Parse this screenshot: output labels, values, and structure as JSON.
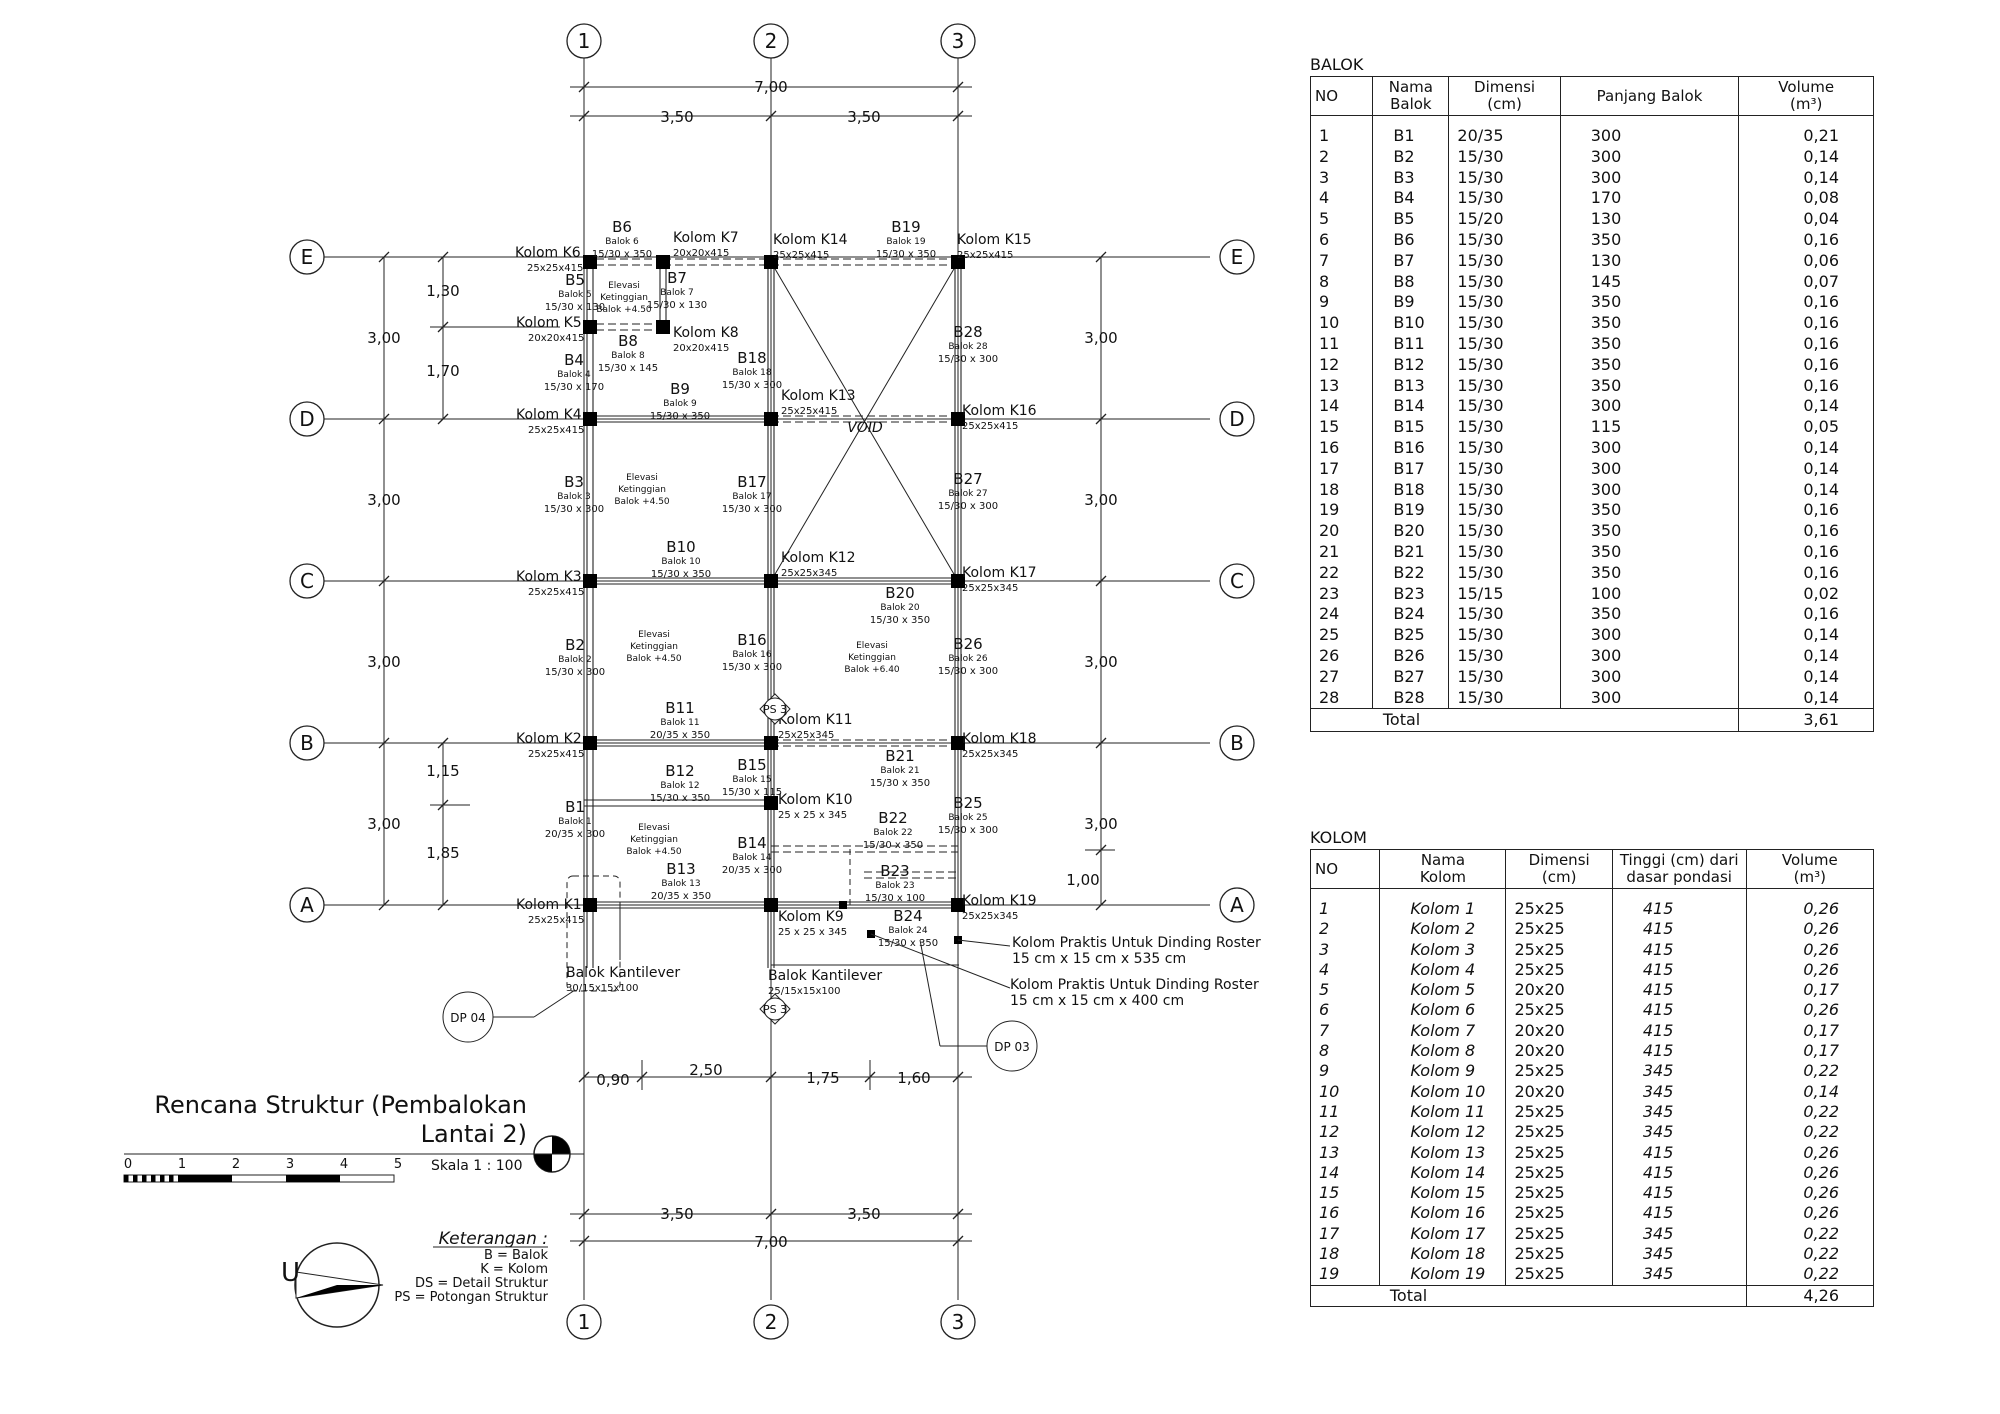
{
  "drawing": {
    "title_line1": "Rencana Struktur (Pembalokan",
    "title_line2": "Lantai 2)",
    "scale_text": "Skala 1 : 100",
    "scale_ticks": [
      "0",
      "1",
      "2",
      "3",
      "4",
      "5"
    ],
    "north_letter": "U",
    "legend_title": "Keterangan :",
    "legend": [
      "B = Balok",
      "K = Kolom",
      "DS = Detail Struktur",
      "PS = Potongan Struktur"
    ],
    "void": "VOID",
    "grid_x": [
      "1",
      "2",
      "3"
    ],
    "grid_y": [
      "E",
      "D",
      "C",
      "B",
      "A"
    ],
    "dims_top": {
      "total": "7,00",
      "left": "3,50",
      "right": "3,50"
    },
    "dims_bottom": {
      "total": "7,00",
      "left": "3,50",
      "right": "3,50"
    },
    "dims_bottom_detail": [
      "0,90",
      "2,50",
      "1,75",
      "1,60"
    ],
    "dims_left_outer": [
      "3,00",
      "3,00",
      "3,00",
      "3,00"
    ],
    "dims_left_inner": [
      "1,30",
      "1,70",
      "1,15",
      "1,85"
    ],
    "dims_right": [
      "3,00",
      "3,00",
      "3,00",
      "3,00",
      "1,00"
    ],
    "columns": [
      {
        "name": "Kolom K6",
        "size": "25x25x415"
      },
      {
        "name": "Kolom K7",
        "size": "20x20x415"
      },
      {
        "name": "Kolom K14",
        "size": "25x25x415"
      },
      {
        "name": "Kolom K15",
        "size": "25x25x415"
      },
      {
        "name": "Kolom K5",
        "size": "20x20x415"
      },
      {
        "name": "Kolom K8",
        "size": "20x20x415"
      },
      {
        "name": "Kolom K4",
        "size": "25x25x415"
      },
      {
        "name": "Kolom K13",
        "size": "25x25x415"
      },
      {
        "name": "Kolom K16",
        "size": "25x25x415"
      },
      {
        "name": "Kolom K3",
        "size": "25x25x415"
      },
      {
        "name": "Kolom K12",
        "size": "25x25x345"
      },
      {
        "name": "Kolom K17",
        "size": "25x25x345"
      },
      {
        "name": "Kolom K2",
        "size": "25x25x415"
      },
      {
        "name": "Kolom K11",
        "size": "25x25x345"
      },
      {
        "name": "Kolom K18",
        "size": "25x25x345"
      },
      {
        "name": "Kolom K10",
        "size": "25 x 25 x 345"
      },
      {
        "name": "Kolom K1",
        "size": "25x25x415"
      },
      {
        "name": "Kolom K9",
        "size": "25 x 25 x 345"
      },
      {
        "name": "Kolom K19",
        "size": "25x25x345"
      }
    ],
    "beams": [
      {
        "tag": "B6",
        "sub": "Balok 6",
        "size": "15/30 x 350"
      },
      {
        "tag": "B19",
        "sub": "Balok 19",
        "size": "15/30 x 350"
      },
      {
        "tag": "B5",
        "sub": "Balok 5",
        "size": "15/30 x 130"
      },
      {
        "tag": "B7",
        "sub": "Balok 7",
        "size": "15/30 x 130"
      },
      {
        "tag": "B8",
        "sub": "Balok 8",
        "size": "15/30 x 145"
      },
      {
        "tag": "B4",
        "sub": "Balok 4",
        "size": "15/30 x 170"
      },
      {
        "tag": "B18",
        "sub": "Balok 18",
        "size": "15/30 x 300"
      },
      {
        "tag": "B28",
        "sub": "Balok 28",
        "size": "15/30 x 300"
      },
      {
        "tag": "B9",
        "sub": "Balok 9",
        "size": "15/30 x 350"
      },
      {
        "tag": "B3",
        "sub": "Balok 3",
        "size": "15/30 x 300"
      },
      {
        "tag": "B17",
        "sub": "Balok 17",
        "size": "15/30 x 300"
      },
      {
        "tag": "B27",
        "sub": "Balok 27",
        "size": "15/30 x 300"
      },
      {
        "tag": "B10",
        "sub": "Balok 10",
        "size": "15/30 x 350"
      },
      {
        "tag": "B20",
        "sub": "Balok 20",
        "size": "15/30 x 350"
      },
      {
        "tag": "B2",
        "sub": "Balok 2",
        "size": "15/30 x 300"
      },
      {
        "tag": "B16",
        "sub": "Balok 16",
        "size": "15/30 x 300"
      },
      {
        "tag": "B26",
        "sub": "Balok 26",
        "size": "15/30 x 300"
      },
      {
        "tag": "B11",
        "sub": "Balok 11",
        "size": "20/35 x 350"
      },
      {
        "tag": "B21",
        "sub": "Balok 21",
        "size": "15/30 x 350"
      },
      {
        "tag": "B12",
        "sub": "Balok 12",
        "size": "15/30 x 350"
      },
      {
        "tag": "B15",
        "sub": "Balok 15",
        "size": "15/30 x 115"
      },
      {
        "tag": "B1",
        "sub": "Balok 1",
        "size": "20/35 x 300"
      },
      {
        "tag": "B22",
        "sub": "Balok 22",
        "size": "15/30 x 350"
      },
      {
        "tag": "B25",
        "sub": "Balok 25",
        "size": "15/30 x 300"
      },
      {
        "tag": "B14",
        "sub": "Balok 14",
        "size": "20/35 x 300"
      },
      {
        "tag": "B13",
        "sub": "Balok 13",
        "size": "20/35 x 350"
      },
      {
        "tag": "B23",
        "sub": "Balok 23",
        "size": "15/30 x 100"
      },
      {
        "tag": "B24",
        "sub": "Balok 24",
        "size": "15/30 x 350"
      }
    ],
    "elevation_label": [
      "Elevasi",
      "Ketinggian"
    ],
    "elevations": [
      "Balok +4.50",
      "Balok +4.50",
      "Balok +4.50",
      "Balok +6.40",
      "Balok +4.50"
    ],
    "cantilevers": [
      {
        "label": "Balok Kantilever",
        "size": "30/15x15x100"
      },
      {
        "label": "Balok Kantilever",
        "size": "25/15x15x100"
      }
    ],
    "praktis": [
      {
        "line1": "Kolom Praktis Untuk Dinding Roster",
        "line2": "15 cm x 15 cm x 535 cm"
      },
      {
        "line1": "Kolom Praktis Untuk Dinding Roster",
        "line2": "15 cm x 15 cm x 400 cm"
      }
    ],
    "callouts": [
      "PS 3",
      "PS 3",
      "DP 04",
      "DP 03"
    ]
  },
  "balok_table": {
    "title": "BALOK",
    "headers": [
      "NO",
      "Nama\nBalok",
      "Dimensi\n(cm)",
      "Panjang Balok",
      "Volume\n(m³)"
    ],
    "rows": [
      [
        "1",
        "B1",
        "20/35",
        "300",
        "0,21"
      ],
      [
        "2",
        "B2",
        "15/30",
        "300",
        "0,14"
      ],
      [
        "3",
        "B3",
        "15/30",
        "300",
        "0,14"
      ],
      [
        "4",
        "B4",
        "15/30",
        "170",
        "0,08"
      ],
      [
        "5",
        "B5",
        "15/20",
        "130",
        "0,04"
      ],
      [
        "6",
        "B6",
        "15/30",
        "350",
        "0,16"
      ],
      [
        "7",
        "B7",
        "15/30",
        "130",
        "0,06"
      ],
      [
        "8",
        "B8",
        "15/30",
        "145",
        "0,07"
      ],
      [
        "9",
        "B9",
        "15/30",
        "350",
        "0,16"
      ],
      [
        "10",
        "B10",
        "15/30",
        "350",
        "0,16"
      ],
      [
        "11",
        "B11",
        "15/30",
        "350",
        "0,16"
      ],
      [
        "12",
        "B12",
        "15/30",
        "350",
        "0,16"
      ],
      [
        "13",
        "B13",
        "15/30",
        "350",
        "0,16"
      ],
      [
        "14",
        "B14",
        "15/30",
        "300",
        "0,14"
      ],
      [
        "15",
        "B15",
        "15/30",
        "115",
        "0,05"
      ],
      [
        "16",
        "B16",
        "15/30",
        "300",
        "0,14"
      ],
      [
        "17",
        "B17",
        "15/30",
        "300",
        "0,14"
      ],
      [
        "18",
        "B18",
        "15/30",
        "300",
        "0,14"
      ],
      [
        "19",
        "B19",
        "15/30",
        "350",
        "0,16"
      ],
      [
        "20",
        "B20",
        "15/30",
        "350",
        "0,16"
      ],
      [
        "21",
        "B21",
        "15/30",
        "350",
        "0,16"
      ],
      [
        "22",
        "B22",
        "15/30",
        "350",
        "0,16"
      ],
      [
        "23",
        "B23",
        "15/15",
        "100",
        "0,02"
      ],
      [
        "24",
        "B24",
        "15/30",
        "350",
        "0,16"
      ],
      [
        "25",
        "B25",
        "15/30",
        "300",
        "0,14"
      ],
      [
        "26",
        "B26",
        "15/30",
        "300",
        "0,14"
      ],
      [
        "27",
        "B27",
        "15/30",
        "300",
        "0,14"
      ],
      [
        "28",
        "B28",
        "15/30",
        "300",
        "0,14"
      ]
    ],
    "total_label": "Total",
    "total_value": "3,61"
  },
  "kolom_table": {
    "title": "KOLOM",
    "headers": [
      "NO",
      "Nama\nKolom",
      "Dimensi\n(cm)",
      "Tinggi (cm) dari\ndasar pondasi",
      "Volume\n(m³)"
    ],
    "rows": [
      [
        "1",
        "Kolom 1",
        "25x25",
        "415",
        "0,26"
      ],
      [
        "2",
        "Kolom 2",
        "25x25",
        "415",
        "0,26"
      ],
      [
        "3",
        "Kolom 3",
        "25x25",
        "415",
        "0,26"
      ],
      [
        "4",
        "Kolom 4",
        "25x25",
        "415",
        "0,26"
      ],
      [
        "5",
        "Kolom 5",
        "20x20",
        "415",
        "0,17"
      ],
      [
        "6",
        "Kolom 6",
        "25x25",
        "415",
        "0,26"
      ],
      [
        "7",
        "Kolom 7",
        "20x20",
        "415",
        "0,17"
      ],
      [
        "8",
        "Kolom 8",
        "20x20",
        "415",
        "0,17"
      ],
      [
        "9",
        "Kolom 9",
        "25x25",
        "345",
        "0,22"
      ],
      [
        "10",
        "Kolom 10",
        "20x20",
        "345",
        "0,14"
      ],
      [
        "11",
        "Kolom 11",
        "25x25",
        "345",
        "0,22"
      ],
      [
        "12",
        "Kolom 12",
        "25x25",
        "345",
        "0,22"
      ],
      [
        "13",
        "Kolom 13",
        "25x25",
        "415",
        "0,26"
      ],
      [
        "14",
        "Kolom 14",
        "25x25",
        "415",
        "0,26"
      ],
      [
        "15",
        "Kolom 15",
        "25x25",
        "415",
        "0,26"
      ],
      [
        "16",
        "Kolom 16",
        "25x25",
        "415",
        "0,26"
      ],
      [
        "17",
        "Kolom 17",
        "25x25",
        "345",
        "0,22"
      ],
      [
        "18",
        "Kolom 18",
        "25x25",
        "345",
        "0,22"
      ],
      [
        "19",
        "Kolom 19",
        "25x25",
        "345",
        "0,22"
      ]
    ],
    "total_label": "Total",
    "total_value": "4,26"
  }
}
